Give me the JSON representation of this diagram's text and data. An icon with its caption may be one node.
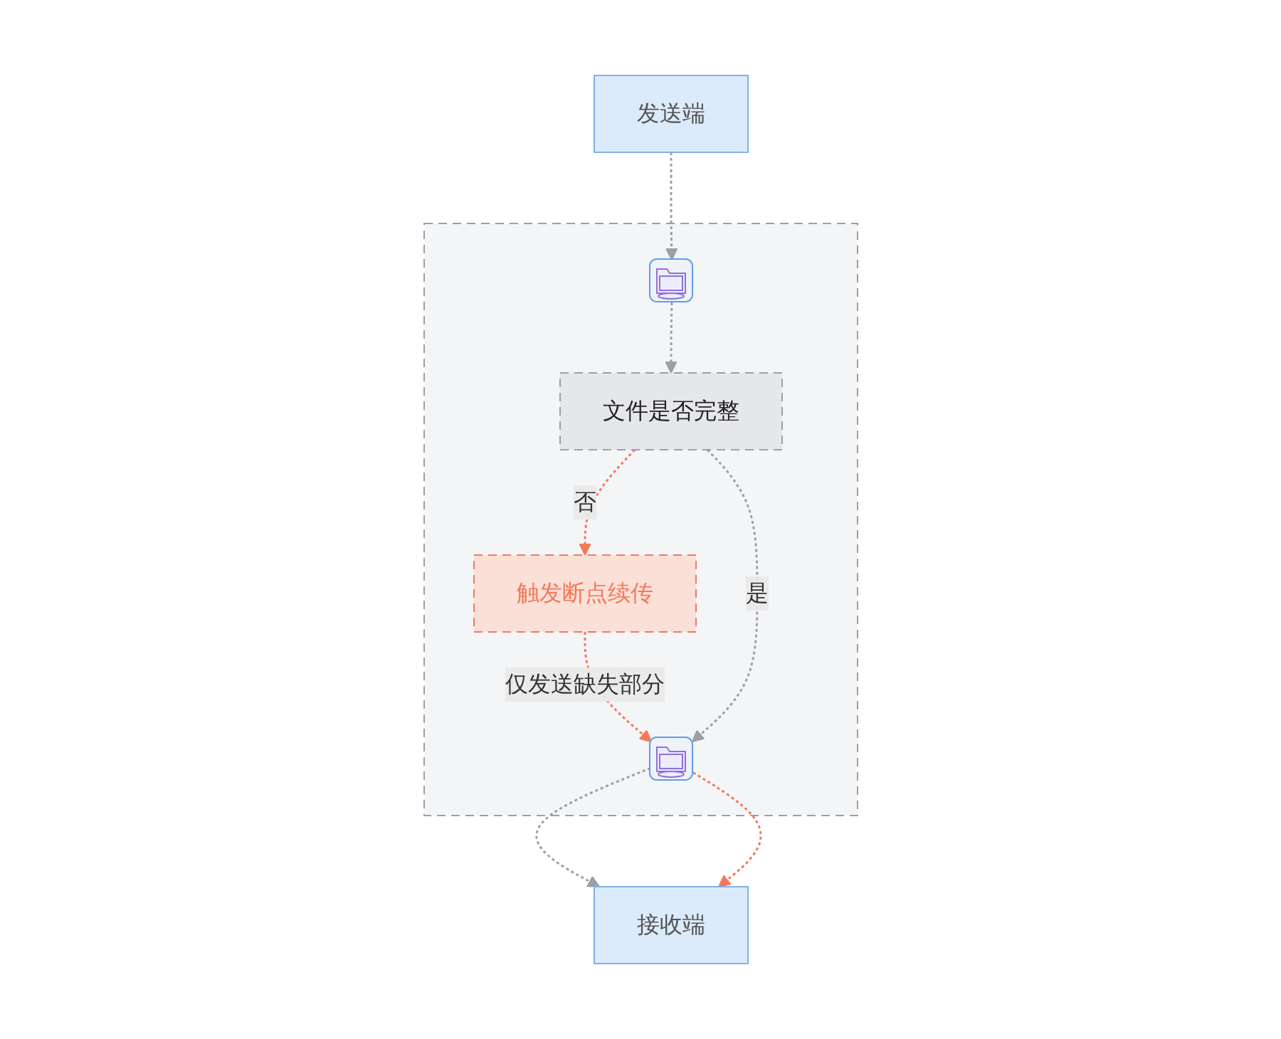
{
  "diagram": {
    "nodes": [
      {
        "text": [],
        "shape": "box"
      },
      {
        "text": [
          "发送端"
        ]
      },
      {
        "text": [],
        "shape": "picture",
        "in": 0
      },
      {
        "text": [
          "触发断点续传"
        ],
        "in": 0
      },
      {
        "text": [
          "文件是否完整"
        ],
        "in": 0
      },
      {
        "text": [],
        "shape": "picture",
        "in": 0
      },
      {
        "text": [
          "接收端"
        ]
      }
    ],
    "edges": [
      {
        "from": 1,
        "to": 2,
        "arrow": "to",
        "style": "dashed"
      },
      {
        "from": 2,
        "to": 4,
        "arrow": "to",
        "style": "dashed"
      },
      {
        "from": 4,
        "to": 3,
        "arrow": "to",
        "label": "否",
        "style": "dashed",
        "color": "#f4795b"
      },
      {
        "from": 3,
        "to": 5,
        "arrow": "to",
        "label": "仅发送缺失部分",
        "style": "dashed",
        "color": "#f4795b"
      },
      {
        "from": 4,
        "to": 5,
        "arrow": "to",
        "label": "是",
        "style": "dashed"
      },
      {
        "from": 5,
        "to": 6,
        "arrow": "to",
        "style": "dashed"
      },
      {
        "from": 5,
        "to": 6,
        "arrow": "to",
        "style": "dashed",
        "color": "#f4795b"
      }
    ]
  }
}
